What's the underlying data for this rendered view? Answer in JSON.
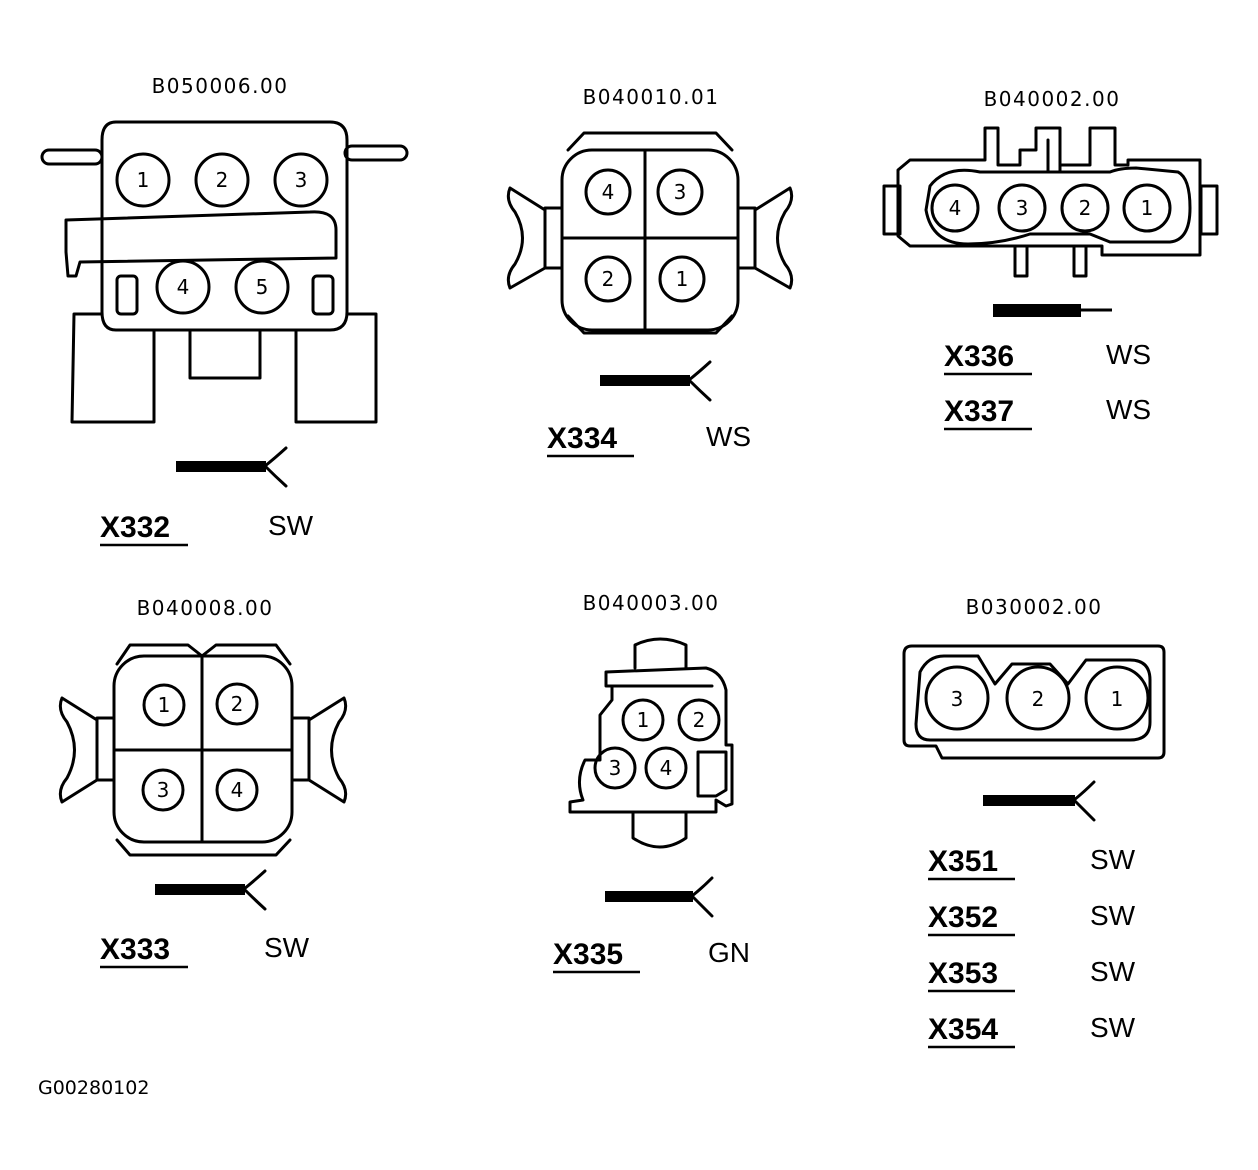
{
  "figure_id": "G00280102",
  "connectors": [
    {
      "part_number": "B050006.00",
      "pins": [
        "1",
        "2",
        "3",
        "4",
        "5"
      ],
      "labels": [
        {
          "id": "X332",
          "color": "SW"
        }
      ]
    },
    {
      "part_number": "B040010.01",
      "pins": [
        "4",
        "3",
        "2",
        "1"
      ],
      "labels": [
        {
          "id": "X334",
          "color": "WS"
        }
      ]
    },
    {
      "part_number": "B040002.00",
      "pins": [
        "4",
        "3",
        "2",
        "1"
      ],
      "labels": [
        {
          "id": "X336",
          "color": "WS"
        },
        {
          "id": "X337",
          "color": "WS"
        }
      ]
    },
    {
      "part_number": "B040008.00",
      "pins": [
        "1",
        "2",
        "3",
        "4"
      ],
      "labels": [
        {
          "id": "X333",
          "color": "SW"
        }
      ]
    },
    {
      "part_number": "B040003.00",
      "pins": [
        "1",
        "2",
        "3",
        "4"
      ],
      "labels": [
        {
          "id": "X335",
          "color": "GN"
        }
      ]
    },
    {
      "part_number": "B030002.00",
      "pins": [
        "3",
        "2",
        "1"
      ],
      "labels": [
        {
          "id": "X351",
          "color": "SW"
        },
        {
          "id": "X352",
          "color": "SW"
        },
        {
          "id": "X353",
          "color": "SW"
        },
        {
          "id": "X354",
          "color": "SW"
        }
      ]
    }
  ]
}
